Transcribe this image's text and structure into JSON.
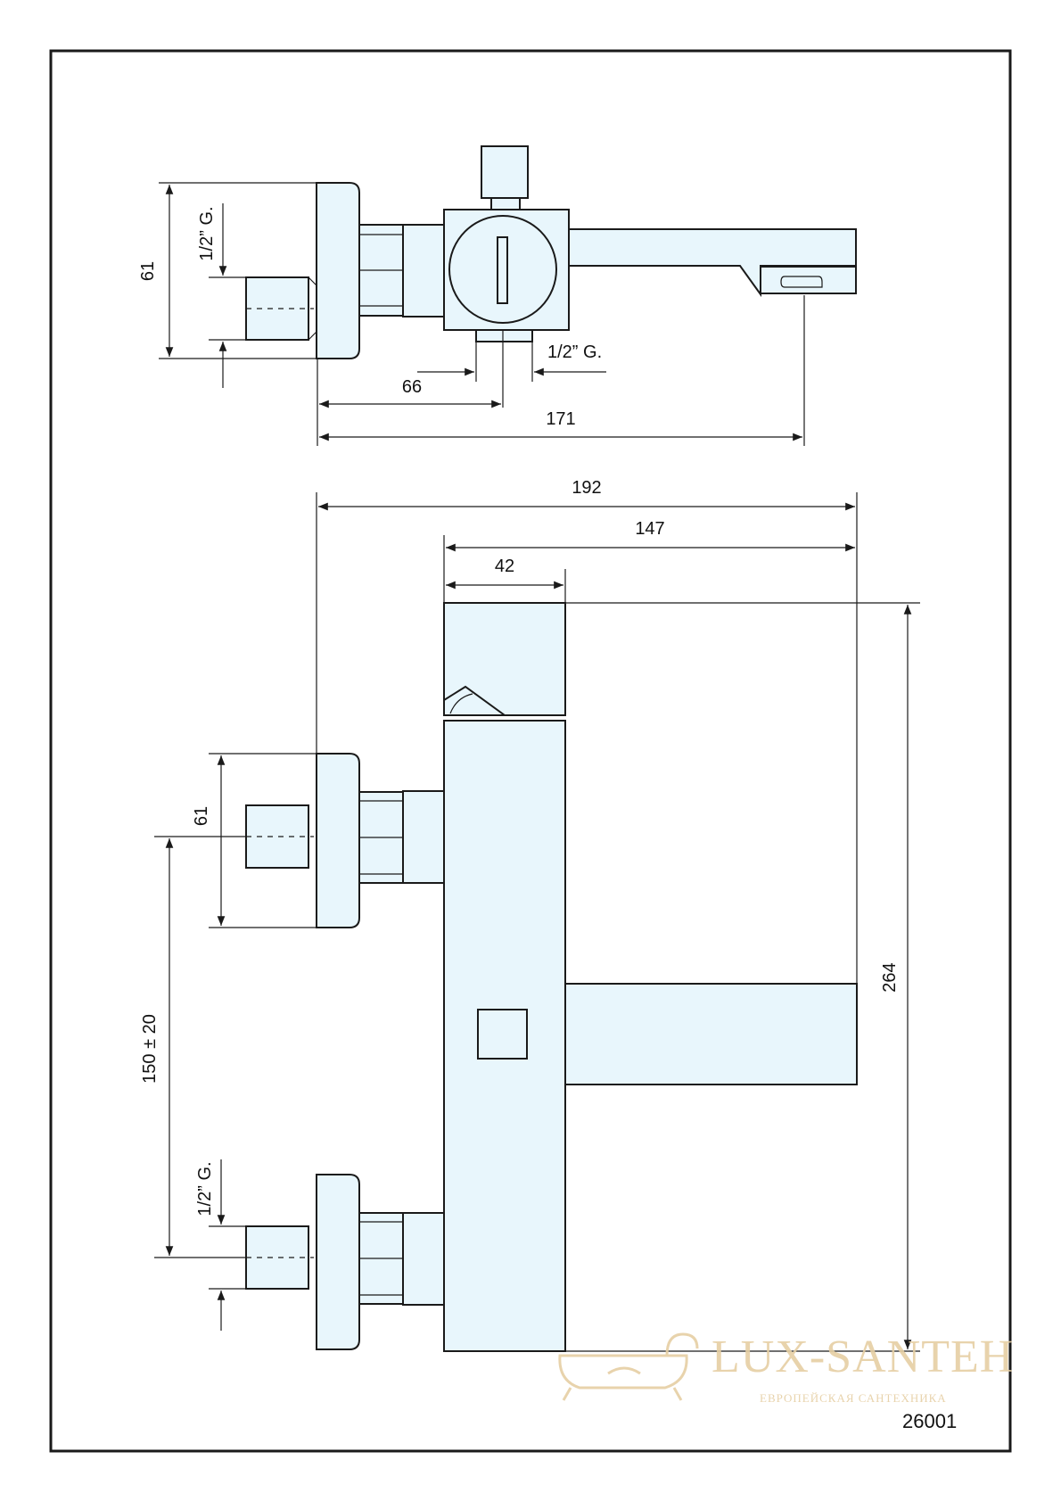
{
  "dimensions": {
    "top_height": "61",
    "top_thread": "1/2” G.",
    "top_outlet_thread": "1/2” G.",
    "top_66": "66",
    "top_171": "171",
    "front_192": "192",
    "front_147": "147",
    "front_42": "42",
    "front_61": "61",
    "front_centers": "150 ± 20",
    "front_thread": "1/2” G.",
    "front_264": "264"
  },
  "model_code": "26001",
  "watermark": {
    "brand": "LUX-SANTEH",
    "tagline": "ЕВРОПЕЙСКАЯ САНТЕХНИКА"
  },
  "colors": {
    "part_fill": "#e8f6fc",
    "line": "#1a1a1a",
    "watermark": "#e6cfa4"
  }
}
